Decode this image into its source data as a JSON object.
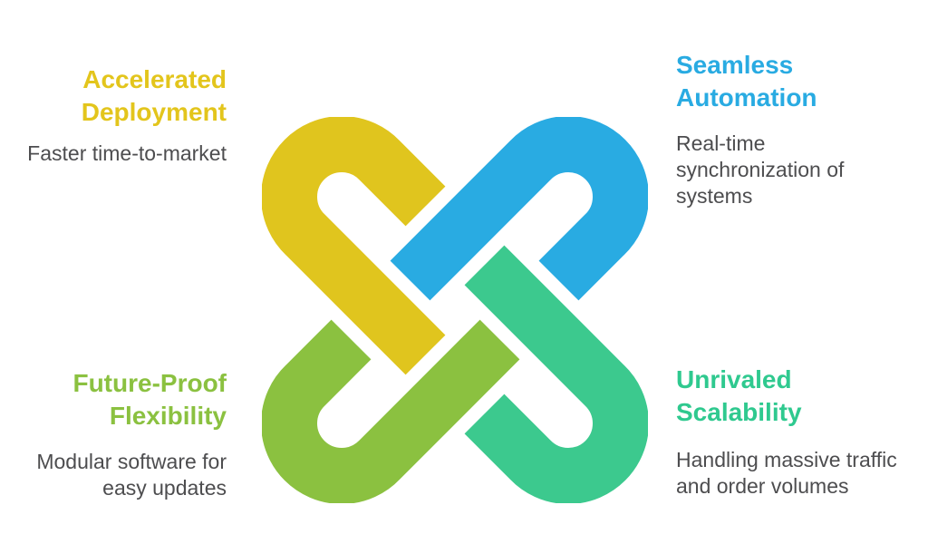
{
  "page": {
    "background": "#FFFFFF",
    "text_color": "#4D4D4F"
  },
  "knot": {
    "loops": [
      {
        "position": "top-left",
        "color": "#E0C51E"
      },
      {
        "position": "top-right",
        "color": "#29ABE2"
      },
      {
        "position": "bottom-right",
        "color": "#3CC98E"
      },
      {
        "position": "bottom-left",
        "color": "#8BC140"
      }
    ]
  },
  "sections": [
    {
      "id": "accelerated-deployment",
      "title": "Accelerated\nDeployment",
      "description": "Faster time-to-market",
      "accent_color": "#E3C51C"
    },
    {
      "id": "seamless-automation",
      "title": "Seamless\nAutomation",
      "description": "Real-time\nsynchronization of\nsystems",
      "accent_color": "#29ABE2"
    },
    {
      "id": "future-proof-flexibility",
      "title": "Future-Proof\nFlexibility",
      "description": "Modular software for\neasy updates",
      "accent_color": "#8BC140"
    },
    {
      "id": "unrivaled-scalability",
      "title": "Unrivaled\nScalability",
      "description": "Handling massive traffic\nand order volumes",
      "accent_color": "#2FC98F"
    }
  ]
}
